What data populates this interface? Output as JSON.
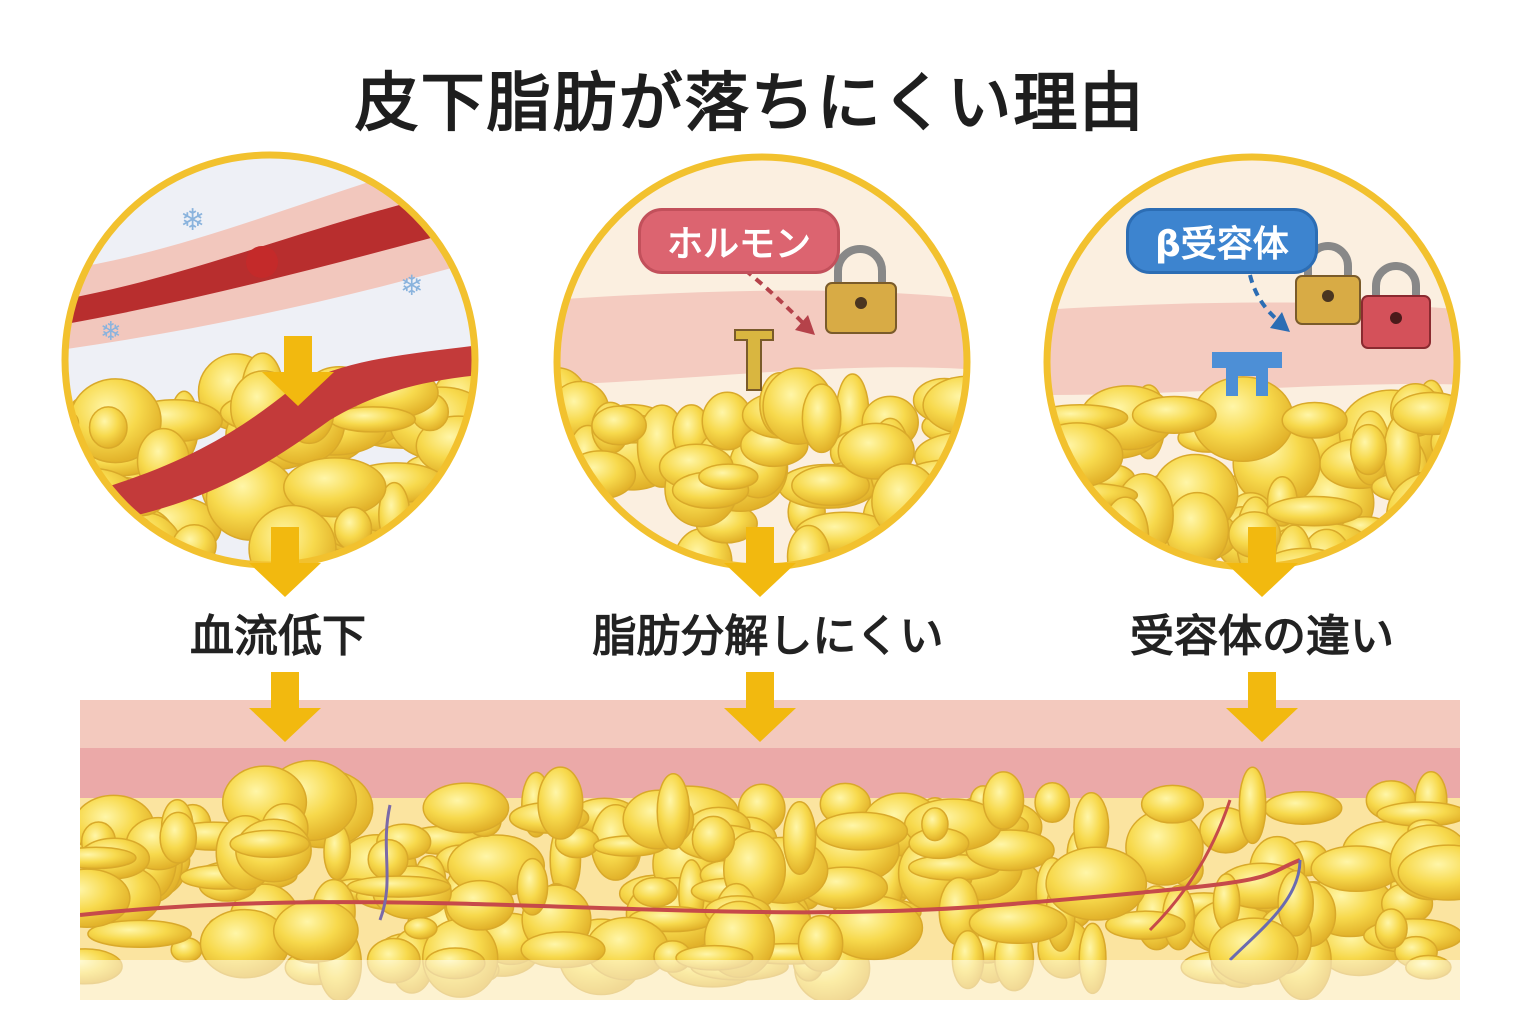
{
  "title": "皮下脂肪が落ちにくい理由",
  "panels": [
    {
      "label": "血流低下",
      "icon": "blood-vessel-cold"
    },
    {
      "label": "脂肪分解しにくい",
      "badge": "ホルモン",
      "icon": "lock"
    },
    {
      "label": "受容体の違い",
      "badge": "β受容体",
      "icon": "receptor-lock"
    }
  ],
  "colors": {
    "accent": "#f2c12e",
    "arrow": "#f2b90f",
    "fat": "#f7d94c",
    "skin": "#f3c9be",
    "hormone_badge": "#dc6470",
    "receptor_badge": "#3d84cf"
  }
}
